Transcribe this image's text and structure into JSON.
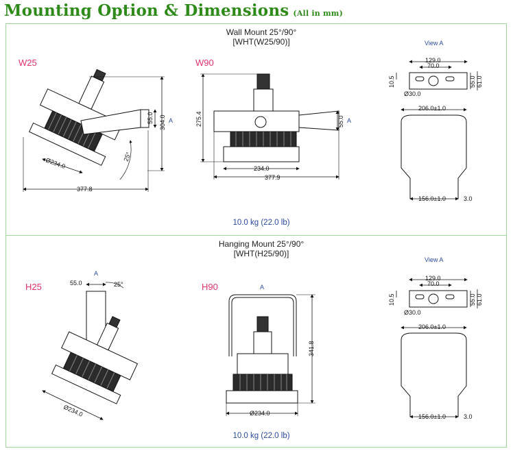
{
  "header": {
    "title": "Mounting Option & Dimensions",
    "subtitle": "(All in mm)"
  },
  "wall": {
    "title": "Wall Mount 25°/90°",
    "code": "[WHT(W25/90)]",
    "labels": {
      "w25": "W25",
      "w90": "W90",
      "view_a": "View A",
      "a": "A"
    },
    "weight": "10.0 kg (22.0 lb)",
    "dims": {
      "w25_h1": "55.0",
      "w25_h2": "304.0",
      "w25_angle": "25°",
      "w25_dia": "Ø234.0",
      "w25_width": "377.8",
      "w90_height": "275.4",
      "w90_arm": "55.0",
      "w90_base": "234.0",
      "w90_width": "377.9",
      "va_129": "129.0",
      "va_70": "70.0",
      "va_105": "10.5",
      "va_55": "55.0",
      "va_61": "61.0",
      "va_30": "Ø30.0",
      "br_206": "206.0±1.0",
      "br_156": "156.0±1.0",
      "br_3": "3.0"
    }
  },
  "hanging": {
    "title": "Hanging Mount 25°/90°",
    "code": "[WHT(H25/90)]",
    "labels": {
      "h25": "H25",
      "h90": "H90",
      "view_a": "View A",
      "a": "A",
      "a2": "A"
    },
    "weight": "10.0 kg (22.0 lb)",
    "dims": {
      "h25_55": "55.0",
      "h25_angle": "25°",
      "h25_dia": "Ø234.0",
      "h90_height": "341.8",
      "h90_dia": "Ø234.0",
      "va_129": "129.0",
      "va_70": "70.0",
      "va_105": "10.5",
      "va_55": "55.0",
      "va_61": "61.0",
      "va_30": "Ø30.0",
      "br_206": "206.0±1.0",
      "br_156": "156.0±1.0",
      "br_3": "3.0"
    }
  },
  "colors": {
    "title_green": "#2e8b1a",
    "frame_green": "#9ed59a",
    "label_red": "#e0306a",
    "weight_blue": "#2a4a9a"
  }
}
